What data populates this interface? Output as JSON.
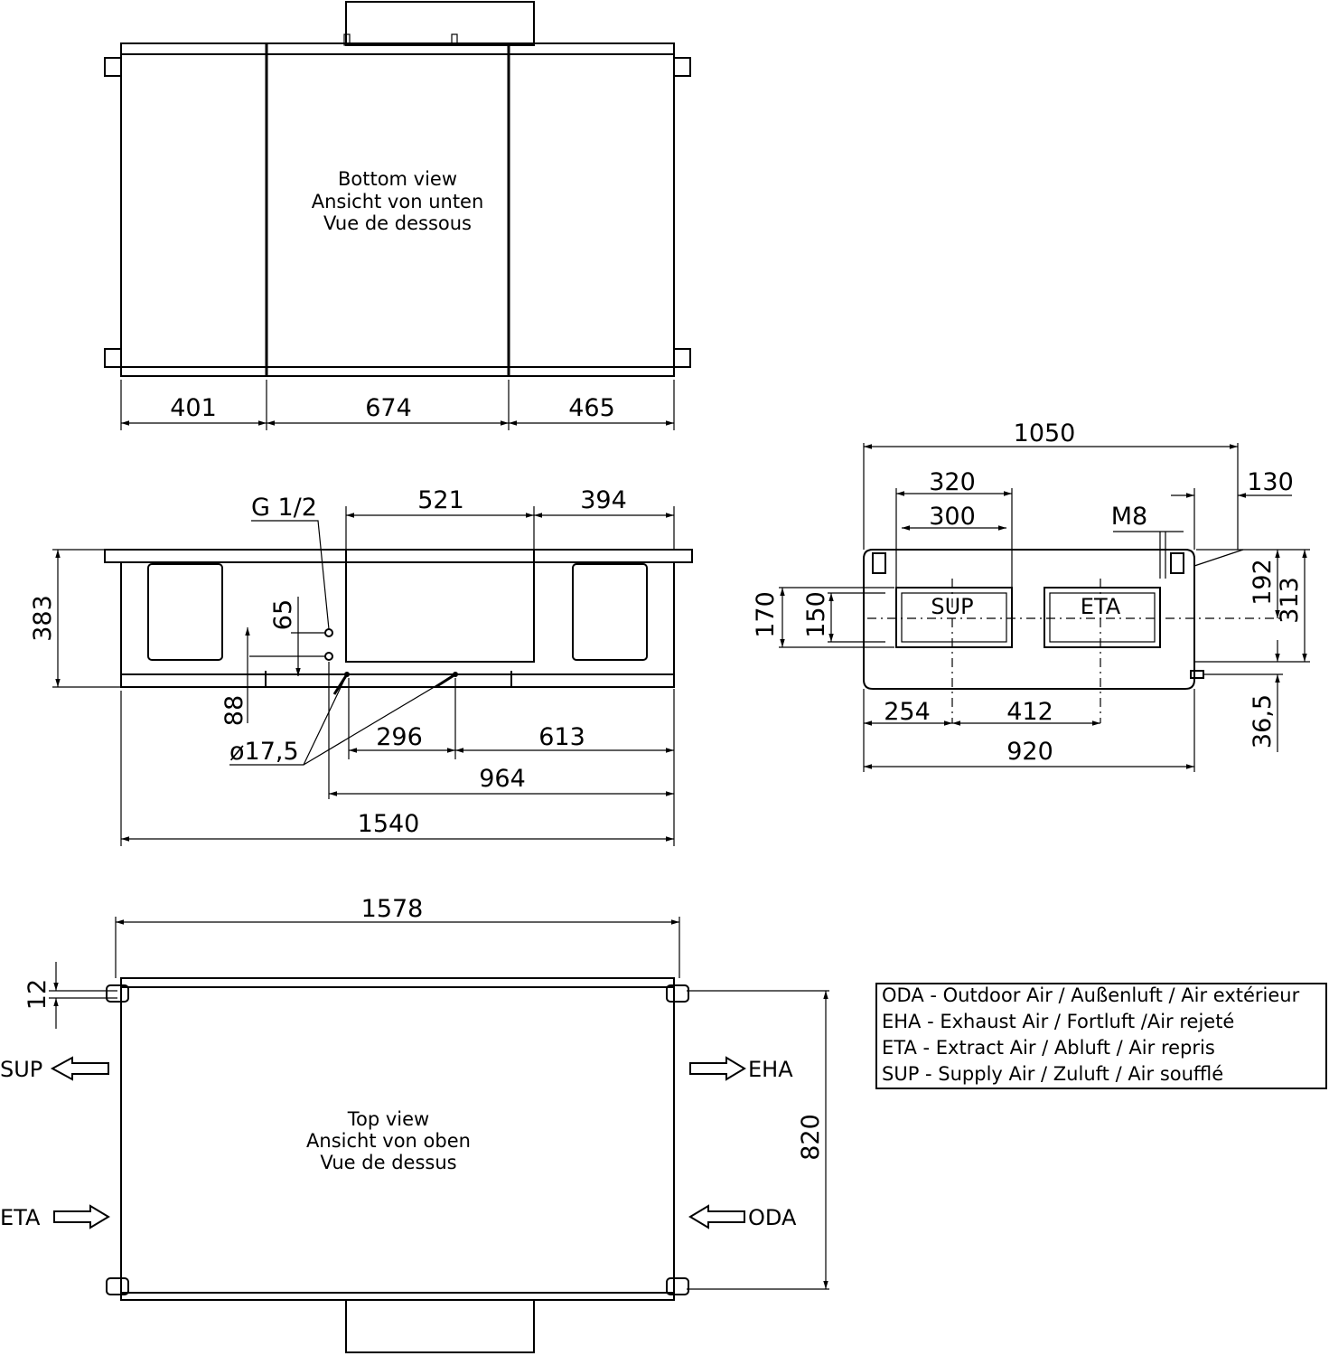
{
  "bottom_view": {
    "title_en": "Bottom view",
    "title_de": "Ansicht von unten",
    "title_fr": "Vue de dessous",
    "dims": [
      "401",
      "674",
      "465"
    ]
  },
  "side_view": {
    "dims": {
      "g12": "G 1/2",
      "d521": "521",
      "d394": "394",
      "d383": "383",
      "d65": "65",
      "d88": "88",
      "dia": "ø17,5",
      "d296": "296",
      "d613": "613",
      "d964": "964",
      "d1540": "1540"
    }
  },
  "end_view": {
    "dims": {
      "d1050": "1050",
      "d320": "320",
      "d300": "300",
      "d130": "130",
      "m8": "M8",
      "d170": "170",
      "d150": "150",
      "d192": "192",
      "d313": "313",
      "d254": "254",
      "d412": "412",
      "d36_5": "36,5",
      "d920": "920"
    },
    "port_sup": "SUP",
    "port_eta": "ETA"
  },
  "top_view": {
    "title_en": "Top view",
    "title_de": "Ansicht von oben",
    "title_fr": "Vue de dessus",
    "dims": {
      "d1578": "1578",
      "d12": "12",
      "d820": "820"
    },
    "ports": {
      "sup": "SUP",
      "eta": "ETA",
      "eha": "EHA",
      "oda": "ODA"
    }
  },
  "legend": [
    "ODA - Outdoor Air / Außenluft / Air extérieur",
    "EHA - Exhaust Air / Fortluft /Air rejeté",
    "ETA - Extract Air / Abluft / Air repris",
    "SUP - Supply Air / Zuluft / Air soufflé"
  ]
}
